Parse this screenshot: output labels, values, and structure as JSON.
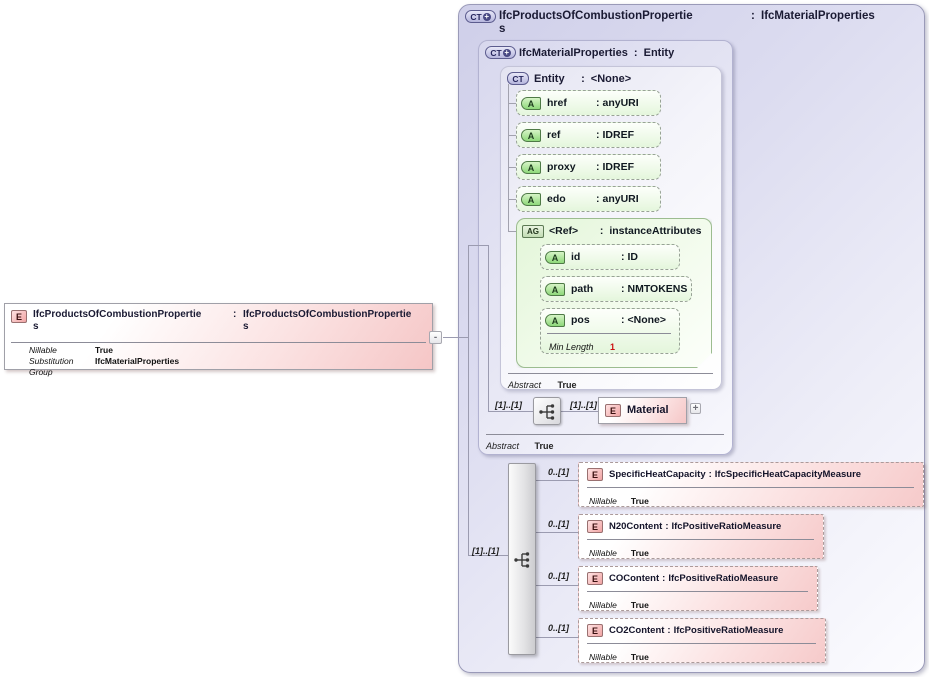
{
  "ui": {
    "colon": ":",
    "collapse": "-",
    "expand": "+"
  },
  "colors": {
    "lavender_fill": "#dcdcf0",
    "green_fill": "#e4f6dc",
    "pink_fill": "#f6caca",
    "facet_red": "#cc1111",
    "connector_gray": "#9b9bb0"
  },
  "left_element": {
    "badge": "E",
    "name": "IfcProductsOfCombustionProperties",
    "type": "IfcProductsOfCombustionProperties",
    "name_line1": "IfcProductsOfCombustionPropertie",
    "name_line2": "s",
    "type_line1": "IfcProductsOfCombustionPropertie",
    "type_line2": "s",
    "rows": [
      {
        "label": "Nillable",
        "value": "True"
      },
      {
        "label": "Substitution Group",
        "value": "IfcMaterialProperties"
      }
    ]
  },
  "outer": {
    "badge": "CT",
    "name": "IfcProductsOfCombustionProperties",
    "name_line1": "IfcProductsOfCombustionPropertie",
    "name_line2": "s",
    "type": "IfcMaterialProperties"
  },
  "material_properties": {
    "badge": "CT",
    "name": "IfcMaterialProperties",
    "type": "Entity",
    "abstract": {
      "label": "Abstract",
      "value": "True"
    }
  },
  "entity": {
    "badge": "CT",
    "name": "Entity",
    "type": "<None>",
    "abstract": {
      "label": "Abstract",
      "value": "True"
    },
    "attributes": [
      {
        "badge": "A",
        "name": "href",
        "type": "anyURI"
      },
      {
        "badge": "A",
        "name": "ref",
        "type": "IDREF"
      },
      {
        "badge": "A",
        "name": "proxy",
        "type": "IDREF"
      },
      {
        "badge": "A",
        "name": "edo",
        "type": "anyURI"
      }
    ],
    "ref_group": {
      "badge": "AG",
      "name": "<Ref>",
      "type": "instanceAttributes",
      "attributes": [
        {
          "badge": "A",
          "name": "id",
          "type": "ID"
        },
        {
          "badge": "A",
          "name": "path",
          "type": "NMTOKENS"
        },
        {
          "badge": "A",
          "name": "pos",
          "type": "<None>",
          "facet_label": "Min Length",
          "facet_value": "1"
        }
      ]
    }
  },
  "material_row": {
    "cardinality_left": "[1]..[1]",
    "cardinality_right": "[1]..[1]",
    "element": {
      "badge": "E",
      "name": "Material"
    }
  },
  "content_sequence": {
    "cardinality": "[1]..[1]",
    "items": [
      {
        "cardinality": "0..[1]",
        "badge": "E",
        "name": "SpecificHeatCapacity",
        "type": "IfcSpecificHeatCapacityMeasure",
        "rows": [
          {
            "label": "Nillable",
            "value": "True"
          }
        ]
      },
      {
        "cardinality": "0..[1]",
        "badge": "E",
        "name": "N20Content",
        "type": "IfcPositiveRatioMeasure",
        "rows": [
          {
            "label": "Nillable",
            "value": "True"
          }
        ]
      },
      {
        "cardinality": "0..[1]",
        "badge": "E",
        "name": "COContent",
        "type": "IfcPositiveRatioMeasure",
        "rows": [
          {
            "label": "Nillable",
            "value": "True"
          }
        ]
      },
      {
        "cardinality": "0..[1]",
        "badge": "E",
        "name": "CO2Content",
        "type": "IfcPositiveRatioMeasure",
        "rows": [
          {
            "label": "Nillable",
            "value": "True"
          }
        ]
      }
    ]
  }
}
